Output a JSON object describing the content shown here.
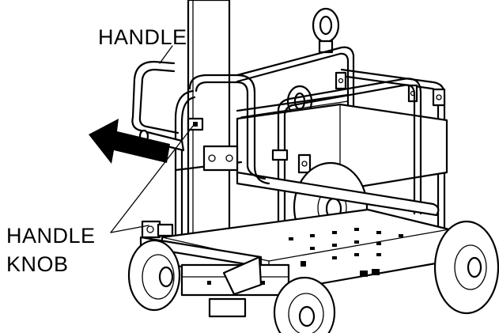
{
  "labels": {
    "handle": "HANDLE",
    "handle_knob_line1": "HANDLE",
    "handle_knob_line2": "KNOB"
  },
  "icons": {
    "direction_arrow": "arrow-left-icon"
  },
  "colors": {
    "line": "#000000",
    "background": "#ffffff"
  }
}
